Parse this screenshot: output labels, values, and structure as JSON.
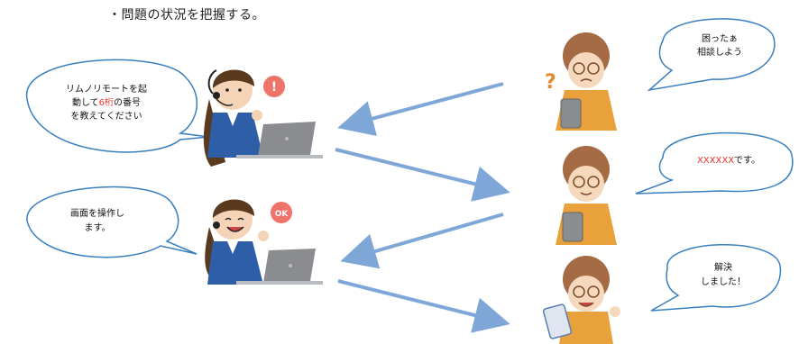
{
  "title": "・問題の状況を把握する。",
  "colors": {
    "arrow": "#7ea7d8",
    "bubble_stroke": "#3a7fc0",
    "highlight": "#e8332a",
    "operator_uniform": "#2f5ea8",
    "customer_cardigan": "#e9a23b"
  },
  "bubbles": {
    "operator1": {
      "line1": "リムノリモートを起",
      "line2a": "動して",
      "line2_highlight": "6桁",
      "line2b": "の番号",
      "line3": "を教えてください"
    },
    "operator2": {
      "line1": "画面を操作し",
      "line2": "ます。"
    },
    "customer1": {
      "line1": "困ったぁ",
      "line2": "相談しよう"
    },
    "customer2": {
      "highlight": "XXXXXX",
      "rest": "です。"
    },
    "customer3": {
      "line1": "解決",
      "line2": "しました！"
    }
  },
  "badges": {
    "alert": "!",
    "ok": "OK"
  },
  "icons": [
    "operator-headset-icon",
    "laptop-icon",
    "customer-elderly-icon",
    "tablet-icon",
    "question-mark-icon",
    "alert-badge-icon",
    "ok-badge-icon"
  ]
}
